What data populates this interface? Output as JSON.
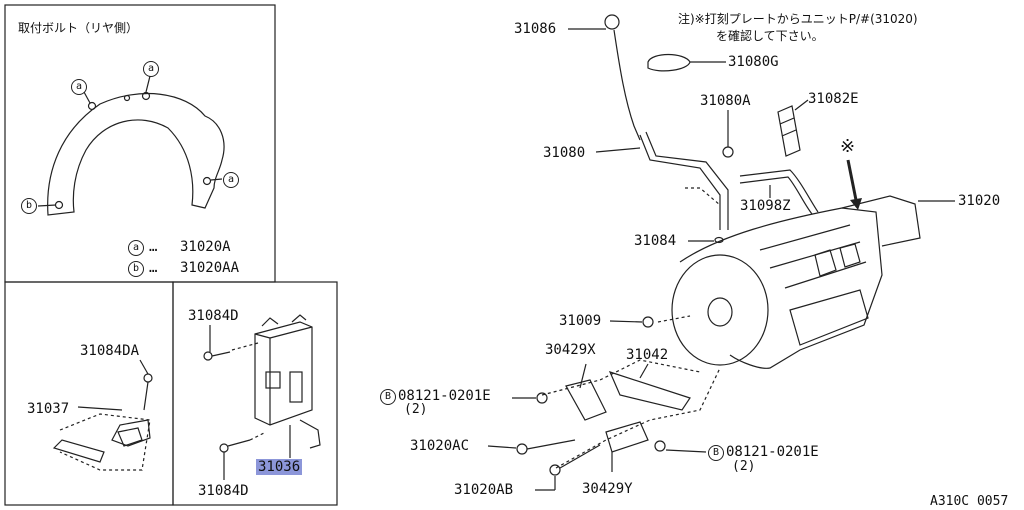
{
  "inset_top": {
    "title": "取付ボルト（リヤ側）",
    "marker_a": "a",
    "marker_b": "b",
    "legend": [
      {
        "marker": "a",
        "text": "31020A"
      },
      {
        "marker": "b",
        "text": "31020AA"
      }
    ]
  },
  "inset_bottom_left": {
    "labels": [
      "31084DA",
      "31037"
    ]
  },
  "inset_bottom_mid": {
    "labels": [
      "31084D",
      "31036",
      "31084D"
    ]
  },
  "main": {
    "note_line1": "注)※打刻プレートからユニットP/#(31020)",
    "note_line2": "を確認して下さい。",
    "asterisk": "※",
    "parts": {
      "p31086": "31086",
      "p31080G": "31080G",
      "p31080A": "31080A",
      "p31082E": "31082E",
      "p31080": "31080",
      "p31098Z": "31098Z",
      "p31020": "31020",
      "p31084": "31084",
      "p31009": "31009",
      "p30429X": "30429X",
      "p31042": "31042",
      "p08121a": "08121-0201E",
      "p08121a_qty": "(2)",
      "p31020AC": "31020AC",
      "p08121b": "08121-0201E",
      "p08121b_qty": "(2)",
      "p31020AB": "31020AB",
      "p30429Y": "30429Y"
    },
    "circle_b": "B",
    "ref_code": "A310C 0057"
  }
}
